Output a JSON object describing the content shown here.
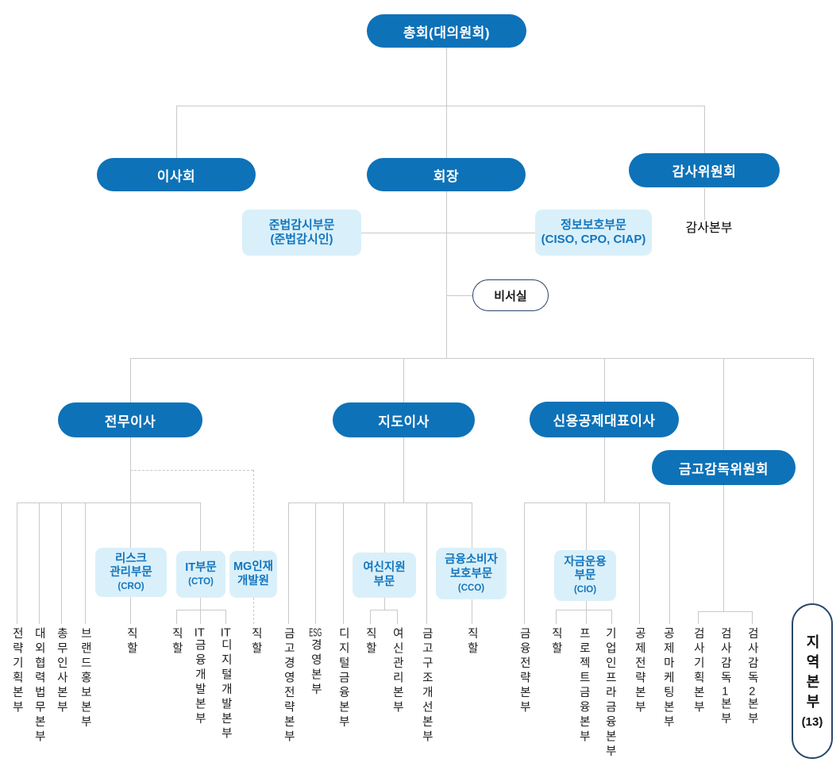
{
  "org": {
    "colors": {
      "primary_blue": "#0d72b8",
      "light_box_bg": "#d9f0fa",
      "light_box_text": "#1375bd",
      "connector_gray": "#c9c9c9",
      "outline_navy": "#28476a",
      "text_black": "#1c1c1c"
    },
    "nodes": {
      "general_meeting": {
        "label": "총회(대의원회)"
      },
      "board_of_directors": {
        "label": "이사회"
      },
      "chairman": {
        "label": "회장"
      },
      "audit_committee": {
        "label": "감사위원회"
      },
      "compliance_division": {
        "lines": [
          "준법감시부문",
          "(준법감시인)"
        ]
      },
      "info_security_division": {
        "lines": [
          "정보보호부문",
          "(CISO, CPO, CIAP)"
        ]
      },
      "audit_hq": {
        "label": "감사본부"
      },
      "secretariat": {
        "label": "비서실"
      },
      "executive_director": {
        "label": "전무이사"
      },
      "guidance_director": {
        "label": "지도이사"
      },
      "credit_insurance_ceo": {
        "label": "신용공제대표이사"
      },
      "depository_supervisory_committee": {
        "label": "금고감독위원회"
      },
      "risk_division": {
        "lines": [
          "리스크",
          "관리부문"
        ],
        "sub": "(CRO)"
      },
      "it_division": {
        "lines": [
          "IT부문"
        ],
        "sub": "(CTO)"
      },
      "mg_hrd_institute": {
        "lines": [
          "MG인재",
          "개발원"
        ]
      },
      "loan_support_division": {
        "lines": [
          "여신지원",
          "부문"
        ]
      },
      "consumer_protection_division": {
        "lines": [
          "금융소비자",
          "보호부문"
        ],
        "sub": "(CCO)"
      },
      "fund_management_division": {
        "lines": [
          "자금운용",
          "부문"
        ],
        "sub": "(CIO)"
      },
      "regional_hq": {
        "label": "지역본부",
        "sub": "(13)"
      }
    },
    "departments": [
      "전략기획본부",
      "대외협력법무본부",
      "총무인사본부",
      "브랜드홍보본부",
      "직할",
      "직할",
      "IT금융개발본부",
      "IT디지털개발본부",
      "직할",
      "금고경영전략본부",
      "ESG경영본부",
      "디지털금융본부",
      "직할",
      "여신관리본부",
      "금고구조개선본부",
      "직할",
      "금융전략본부",
      "직할",
      "프로젝트금융본부",
      "기업인프라금융본부",
      "공제전략본부",
      "공제마케팅본부",
      "검사기획본부",
      "검사감독1본부",
      "검사감독2본부"
    ]
  }
}
